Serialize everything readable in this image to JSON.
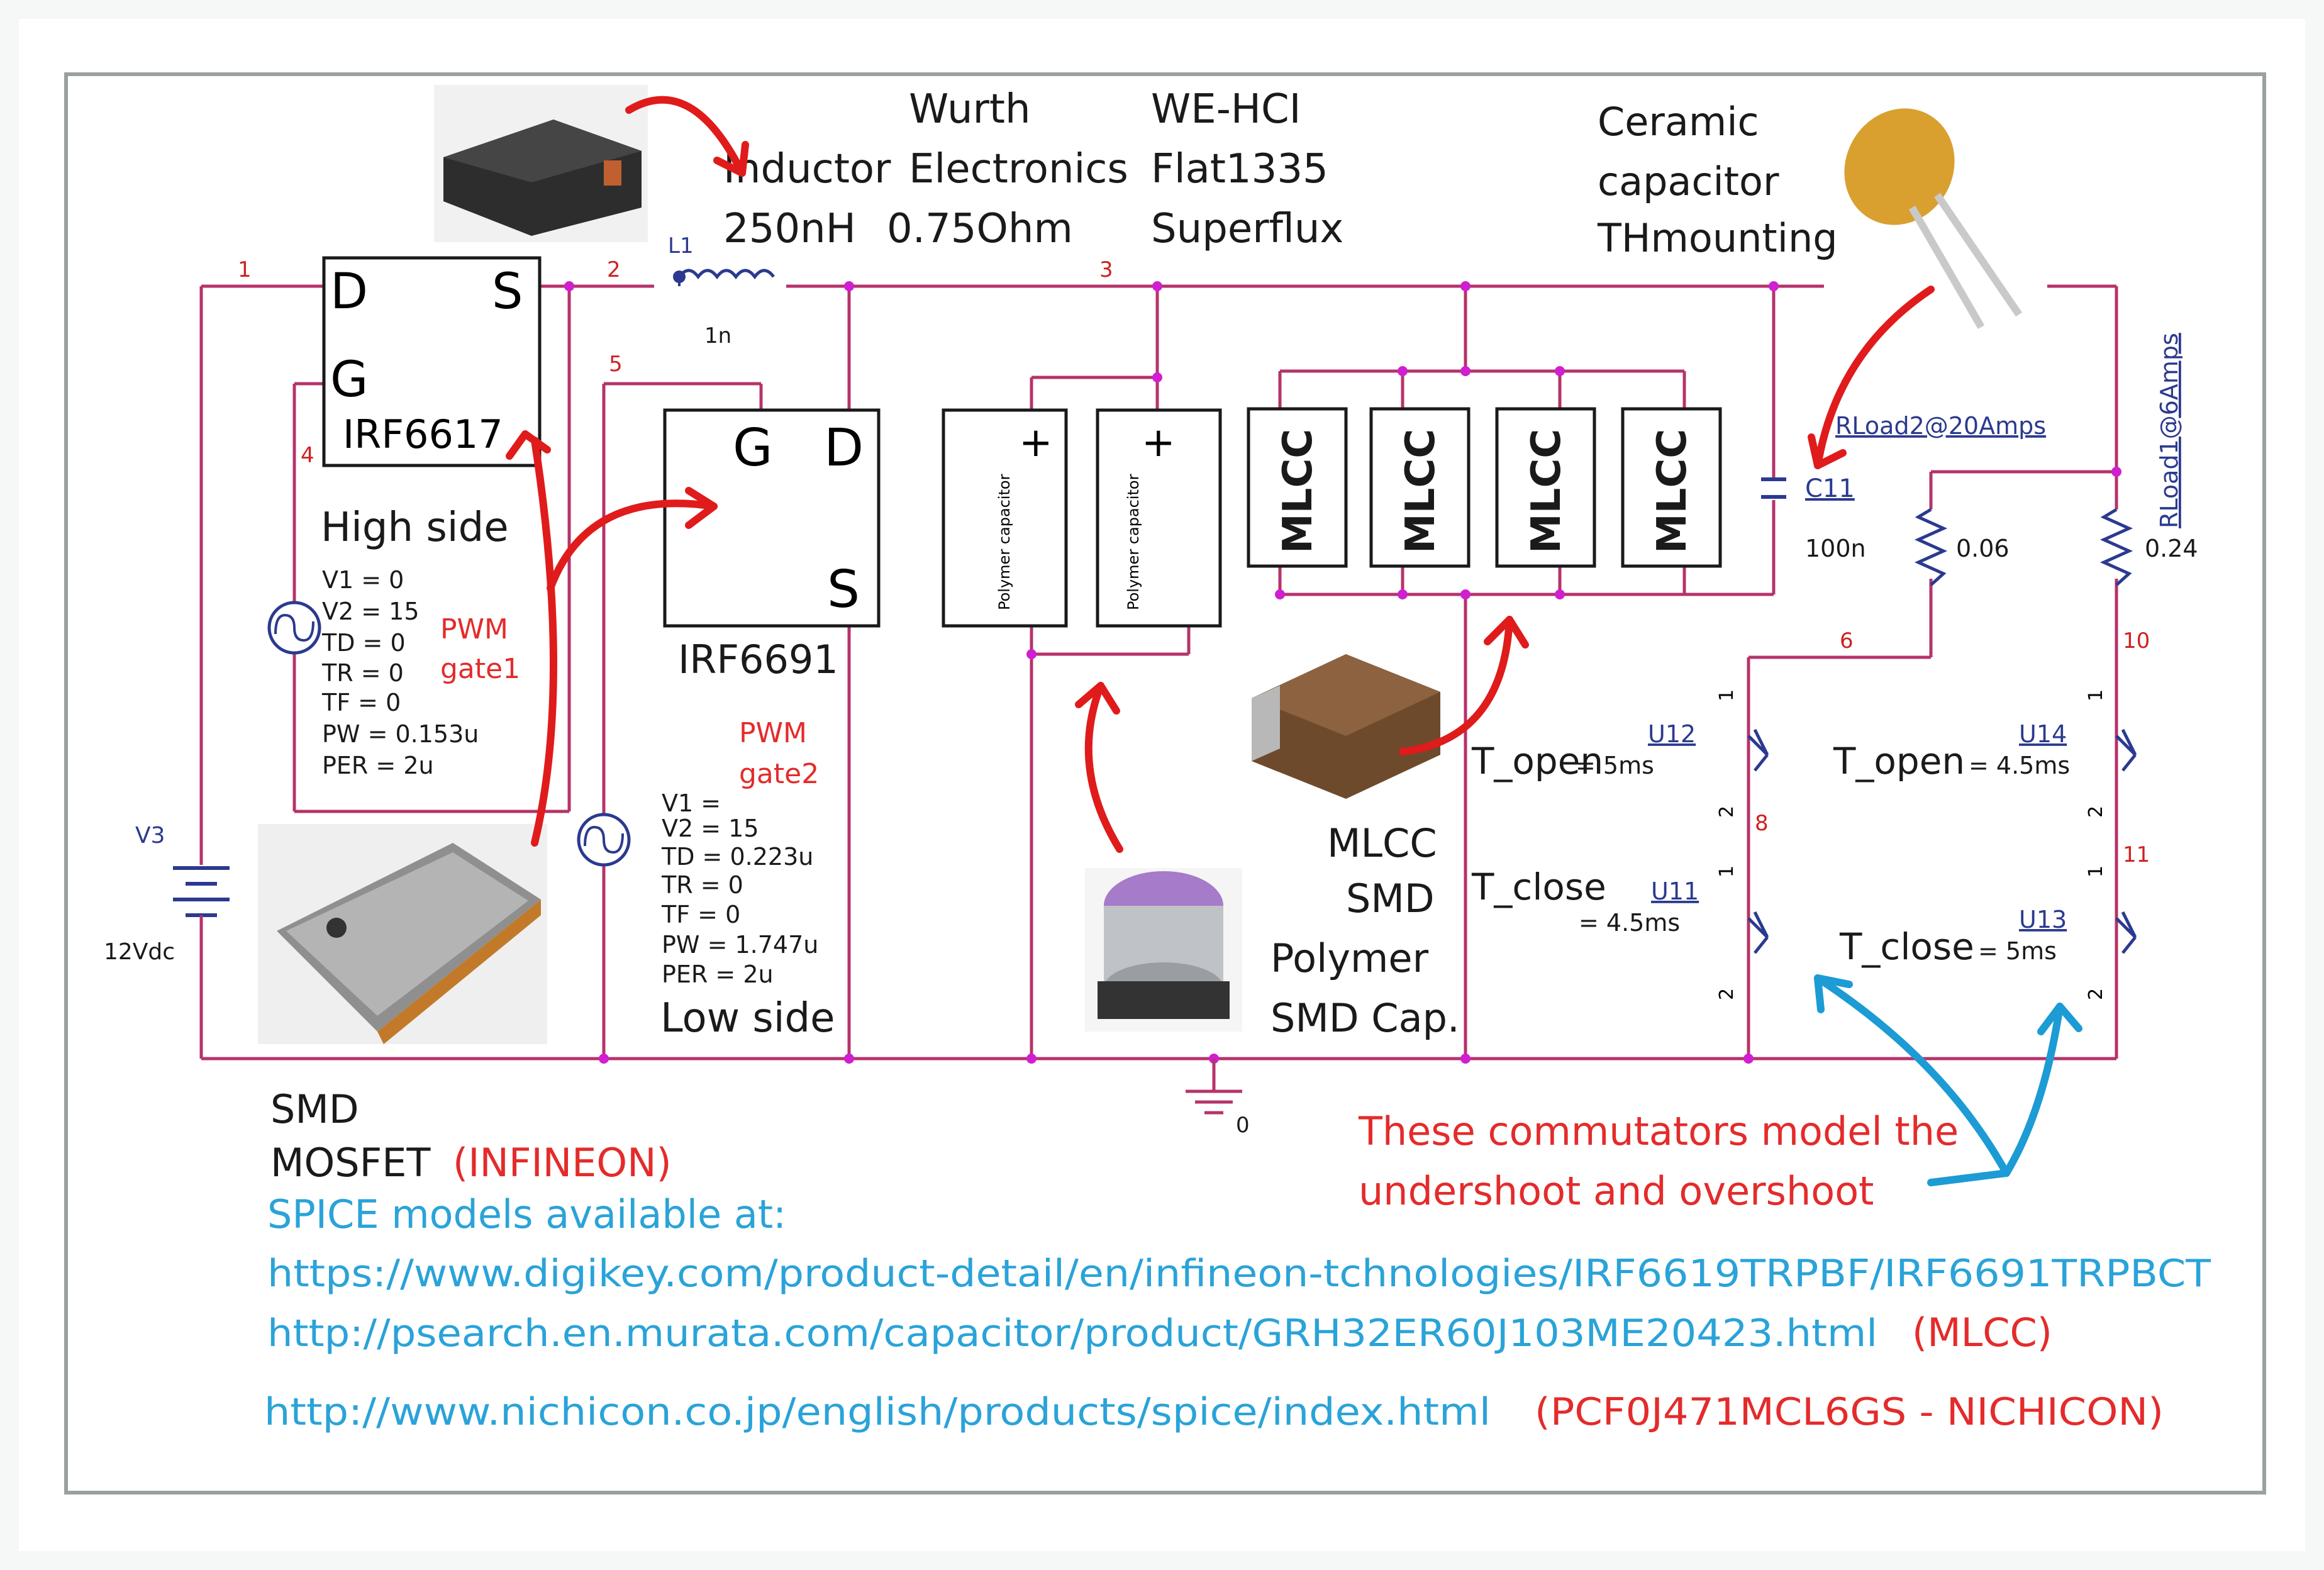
{
  "colors": {
    "wire": "#b5336b",
    "node_dot": "#d01fd0",
    "ink": "#1a1a1a",
    "red_text": "#e42b2b",
    "cyan_text": "#2aa3d8",
    "blue_arrow": "#1c9bd4",
    "red_arrow": "#e01b1b",
    "net_label": "#d02020",
    "part_label": "#2b3a8f",
    "border": "#9aa0a0"
  },
  "nets": {
    "n1": "1",
    "n2": "2",
    "n3": "3",
    "n4": "4",
    "n5": "5",
    "n6": "6",
    "n8": "8",
    "n10": "10",
    "n11": "11",
    "n0": "0"
  },
  "inductor": {
    "ref": "L1",
    "value": "1n",
    "note_line1": "Inductor",
    "note_line2": "250nH",
    "brand_line1": "Wurth",
    "brand_line2": "Electronics",
    "brand_line3": "0.75Ohm",
    "series_line1": "WE-HCI",
    "series_line2": "Flat1335",
    "series_line3": "Superflux"
  },
  "high_side": {
    "d": "D",
    "s": "S",
    "g": "G",
    "part": "IRF6617",
    "label": "High side",
    "pwm_line1": "PWM",
    "pwm_line2": "gate1",
    "params": [
      "V1 = 0",
      "V2 = 15",
      "TD = 0",
      "TR = 0",
      "TF = 0",
      "PW = 0.153u",
      "PER = 2u"
    ]
  },
  "low_side": {
    "g": "G",
    "d": "D",
    "s": "S",
    "part": "IRF6691",
    "label": "Low side",
    "pwm_line1": "PWM",
    "pwm_line2": "gate2",
    "params": [
      "V1 =",
      "V2 = 15",
      "TD = 0.223u",
      "TR = 0",
      "TF = 0",
      "PW = 1.747u",
      "PER = 2u"
    ]
  },
  "battery": {
    "ref": "V3",
    "value": "12Vdc"
  },
  "polymer_caps": {
    "label": "Polymer capacitor",
    "plus": "+"
  },
  "mlcc": {
    "label": "MLCC"
  },
  "ceramic": {
    "line1": "Ceramic",
    "line2": "capacitor",
    "line3": "THmounting",
    "ref": "C11",
    "value": "100n"
  },
  "loads": {
    "r2_ref": "RLoad2@20Amps",
    "r2_value": "0.06",
    "r1_ref": "RLoad1@6Amps",
    "r1_value": "0.24"
  },
  "switches": {
    "pin1": "1",
    "pin2": "2",
    "u12_ref": "U12",
    "u12_label": "T_open",
    "u12_value": "= 5ms",
    "u11_ref": "U11",
    "u11_label": "T_close",
    "u11_value": "= 4.5ms",
    "u14_ref": "U14",
    "u14_label": "T_open",
    "u14_value": "= 4.5ms",
    "u13_ref": "U13",
    "u13_label": "T_close",
    "u13_value": "= 5ms"
  },
  "mlcc_smd": {
    "line1": "MLCC",
    "line2": "SMD",
    "line3": "Polymer",
    "line4": "SMD Cap."
  },
  "notes": {
    "smd": "SMD",
    "mosfet": "MOSFET",
    "infineon": "(INFINEON)",
    "commutators_line1": "These commutators model the",
    "commutators_line2": "undershoot and overshoot",
    "spice_intro": "SPICE models available at:",
    "url1": "https://www.digikey.com/product-detail/en/infineon-tchnologies/IRF6619TRPBF/IRF6691TRPBCT",
    "url2": "http://psearch.en.murata.com/capacitor/product/GRH32ER60J103ME20423.html",
    "url2_tag": "(MLCC)",
    "url3": "http://www.nichicon.co.jp/english/products/spice/index.html",
    "url3_tag": "(PCF0J471MCL6GS - NICHICON)"
  }
}
